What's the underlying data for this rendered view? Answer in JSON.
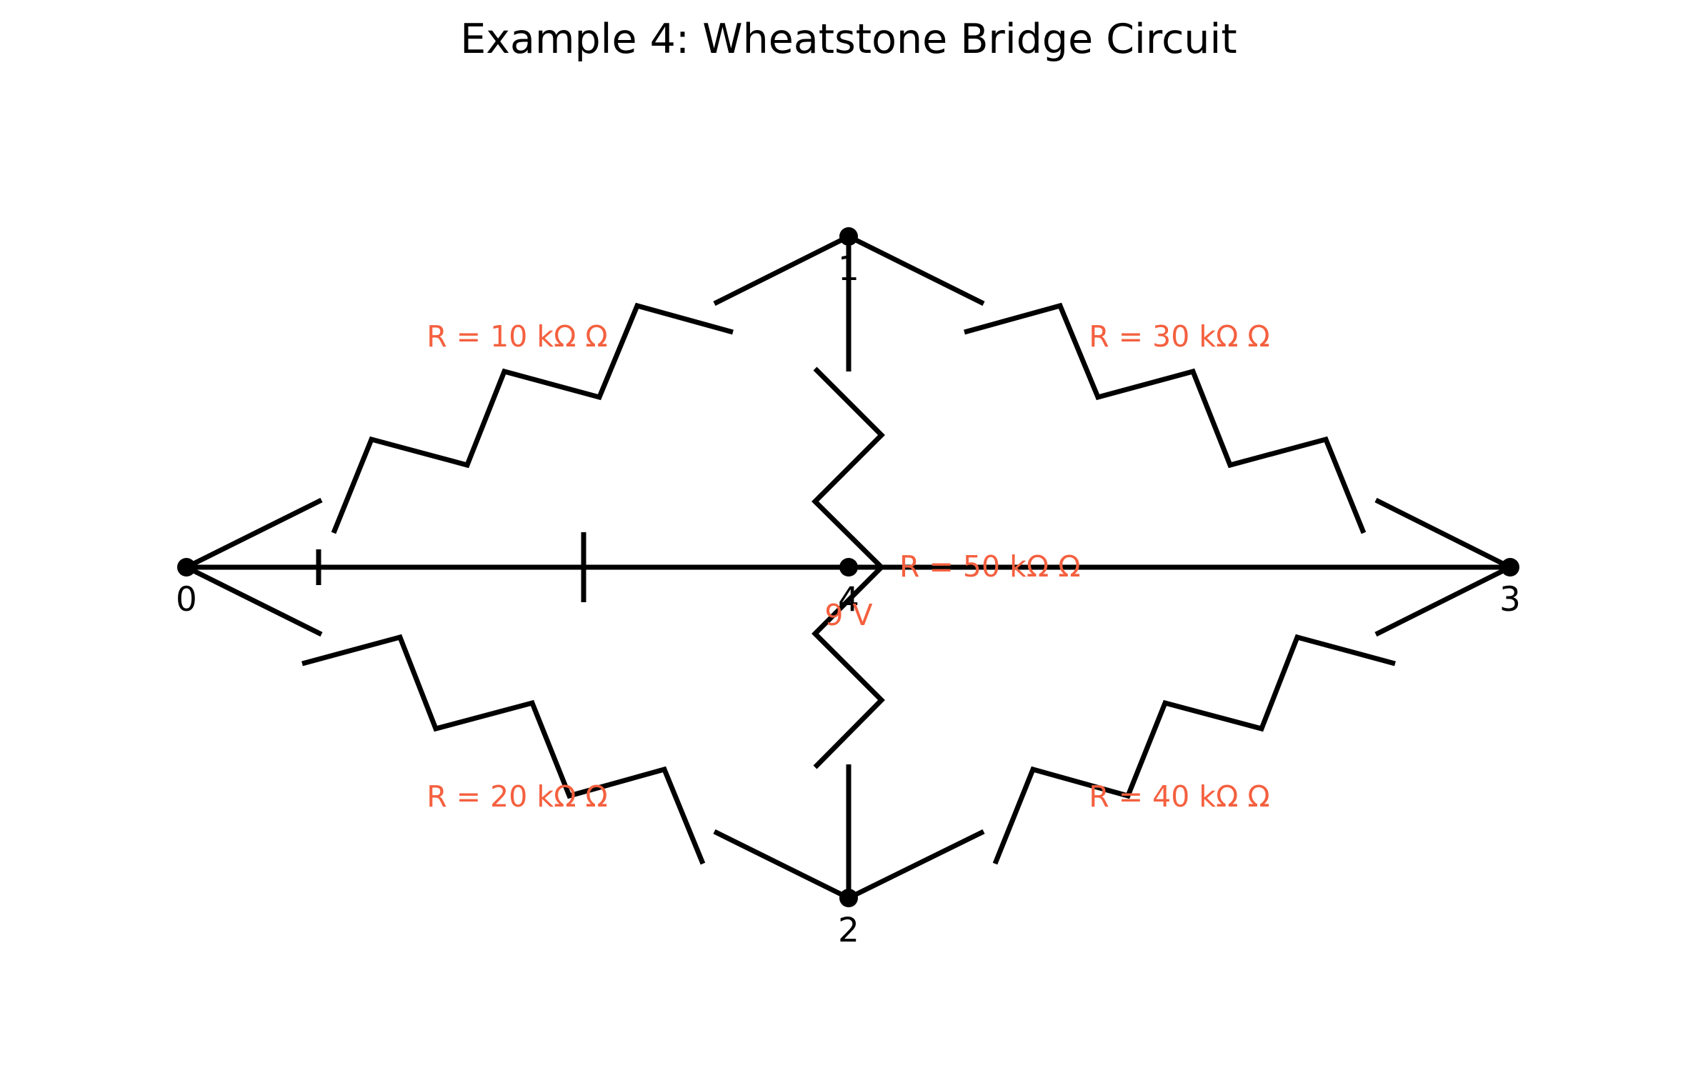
{
  "diagram": {
    "title": "Example 4: Wheatstone Bridge Circuit",
    "label_color": "#F4603F",
    "line_color": "#000000",
    "nodes": [
      {
        "id": "node-0",
        "label": "0"
      },
      {
        "id": "node-1",
        "label": "1"
      },
      {
        "id": "node-2",
        "label": "2"
      },
      {
        "id": "node-3",
        "label": "3"
      },
      {
        "id": "node-4",
        "label": "4"
      }
    ],
    "components": [
      {
        "id": "resistor-r1",
        "type": "resistor",
        "from": "0",
        "to": "1",
        "label": "R = 10 kΩ Ω"
      },
      {
        "id": "resistor-r2",
        "type": "resistor",
        "from": "0",
        "to": "2",
        "label": "R = 20 kΩ Ω"
      },
      {
        "id": "resistor-r3",
        "type": "resistor",
        "from": "1",
        "to": "3",
        "label": "R = 30 kΩ Ω"
      },
      {
        "id": "resistor-r4",
        "type": "resistor",
        "from": "2",
        "to": "3",
        "label": "R = 40 kΩ Ω"
      },
      {
        "id": "resistor-r5",
        "type": "resistor",
        "from": "1",
        "to": "2",
        "label": "R = 50 kΩ Ω"
      },
      {
        "id": "voltage-source",
        "type": "battery",
        "from": "0",
        "to": "4",
        "label": "9 V"
      },
      {
        "id": "wire-4-3",
        "type": "wire",
        "from": "4",
        "to": "3",
        "label": ""
      }
    ]
  }
}
